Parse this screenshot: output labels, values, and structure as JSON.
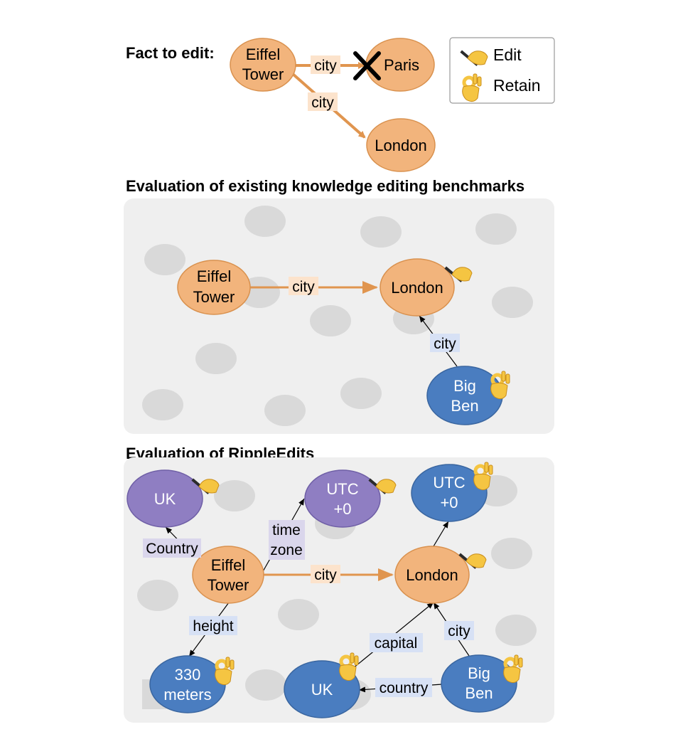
{
  "colors": {
    "orange_node": "#F2B47C",
    "orange_stroke": "#D9914E",
    "orange_arrow": "#E0954F",
    "blue_node": "#4A7DC0",
    "purple_node": "#8F7EC2",
    "panel_bg": "#EFEFEF",
    "ghost_node": "#D9D9D9",
    "orange_label_bg": "#FCE3CC",
    "blue_label_bg": "#D7E1F5",
    "purple_label_bg": "#DAD6EC"
  },
  "legend": {
    "edit_label": "Edit",
    "retain_label": "Retain",
    "edit_icon": "writing-hand-icon",
    "retain_icon": "ok-hand-icon"
  },
  "fact": {
    "heading": "Fact to edit:",
    "subject_line1": "Eiffel",
    "subject_line2": "Tower",
    "old_object": "Paris",
    "new_object": "London",
    "relation_old": "city",
    "relation_new": "city"
  },
  "panel1": {
    "heading": "Evaluation of existing knowledge editing benchmarks",
    "eiffel_line1": "Eiffel",
    "eiffel_line2": "Tower",
    "london": "London",
    "bigben_line1": "Big",
    "bigben_line2": "Ben",
    "edge_eiffel_london": "city",
    "edge_bigben_london": "city"
  },
  "panel2": {
    "heading": "Evaluation of RippleEdits",
    "uk_purple": "UK",
    "utc_purple_line1": "UTC",
    "utc_purple_line2": "+0",
    "utc_blue_line1": "UTC",
    "utc_blue_line2": "+0",
    "eiffel_line1": "Eiffel",
    "eiffel_line2": "Tower",
    "london": "London",
    "meters_line1": "330",
    "meters_line2": "meters",
    "uk_blue": "UK",
    "bigben_line1": "Big",
    "bigben_line2": "Ben",
    "edge_country": "Country",
    "edge_timezone_line1": "time",
    "edge_timezone_line2": "zone",
    "edge_city": "city",
    "edge_height": "height",
    "edge_capital": "capital",
    "edge_bigben_city": "city",
    "edge_bigben_country": "country"
  }
}
